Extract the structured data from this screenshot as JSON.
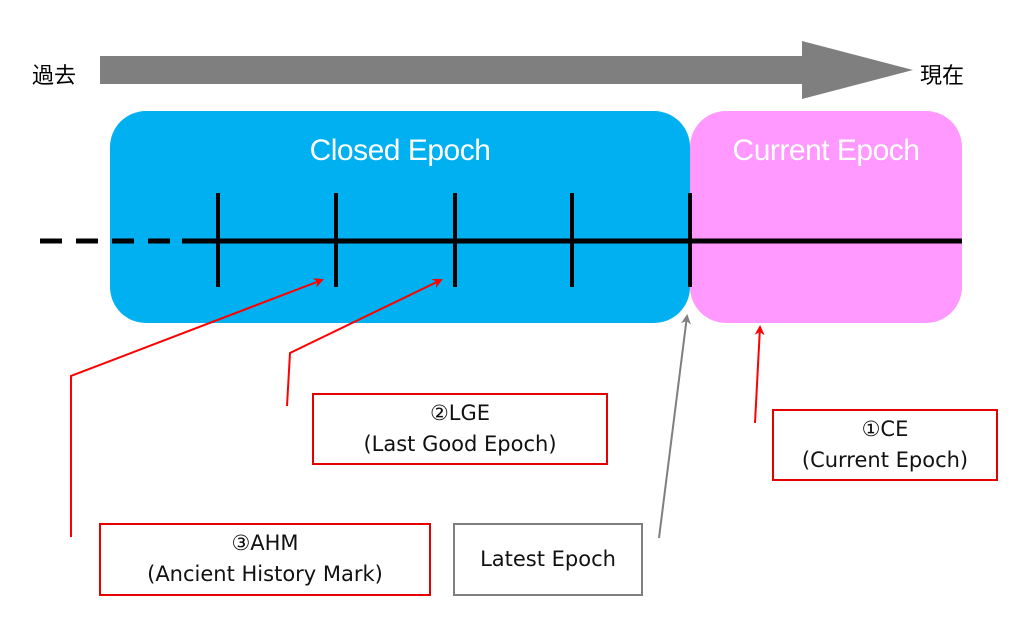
{
  "timeline": {
    "past_label": "過去",
    "present_label": "現在",
    "arrow_color": "#7f7f7f"
  },
  "epochs": {
    "closed": {
      "title": "Closed Epoch",
      "color": "#00b0f0"
    },
    "current": {
      "title": "Current Epoch",
      "color": "#ff99ff"
    }
  },
  "ticks": {
    "count": 5
  },
  "labels": {
    "ce": {
      "line1": "①CE",
      "line2": "(Current Epoch)",
      "border_color": "#e60000"
    },
    "lge": {
      "line1": "②LGE",
      "line2": "(Last Good Epoch)",
      "border_color": "#e60000"
    },
    "ahm": {
      "line1": "③AHM",
      "line2": "(Ancient History Mark)",
      "border_color": "#e60000"
    },
    "latest": {
      "line1": "Latest Epoch",
      "border_color": "#7f7f7f"
    }
  }
}
